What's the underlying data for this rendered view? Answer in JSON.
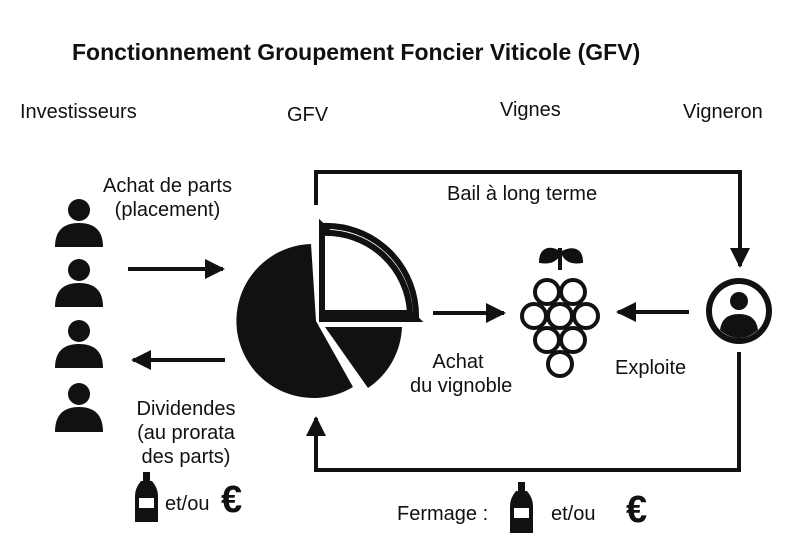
{
  "title": "Fonctionnement Groupement Foncier Viticole (GFV)",
  "columns": {
    "investors": "Investisseurs",
    "gfv": "GFV",
    "vines": "Vignes",
    "winegrower": "Vigneron"
  },
  "labels": {
    "purchase_line1": "Achat de parts",
    "purchase_line2": "(placement)",
    "dividends_line1": "Dividendes",
    "dividends_line2": "(au prorata",
    "dividends_line3": "des parts)",
    "and_or": "et/ou",
    "euro": "€",
    "lease": "Bail à long terme",
    "vineyard_line1": "Achat",
    "vineyard_line2": "du vignoble",
    "operates": "Exploite",
    "farm_rent": "Fermage :",
    "rent_and_or": "et/ou",
    "rent_euro": "€"
  },
  "icons": {
    "investors": "person-icon",
    "gfv": "pie-chart-icon",
    "vines": "grapes-icon",
    "winegrower": "user-circle-icon",
    "wine": "wine-bottle-icon"
  },
  "colors": {
    "ink": "#111111",
    "background": "#ffffff"
  }
}
